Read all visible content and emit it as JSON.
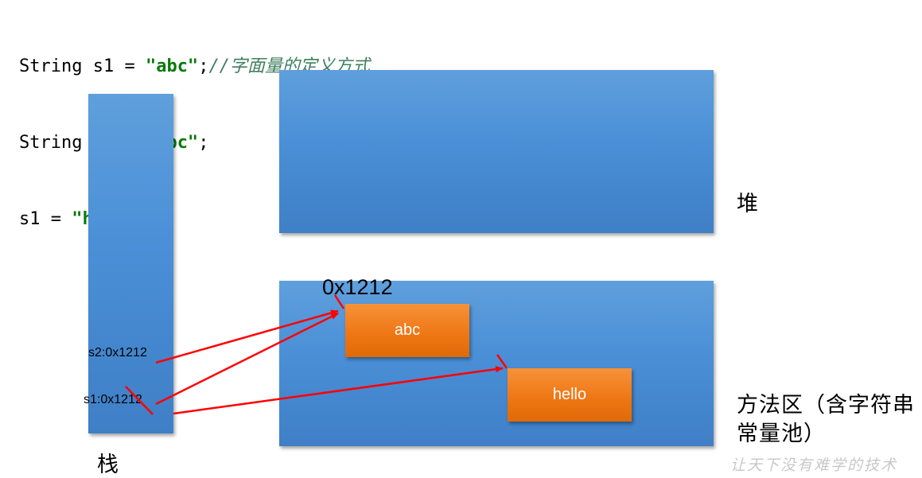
{
  "code": {
    "line1": {
      "prefix": "String s1 = ",
      "literal": "\"abc\"",
      "suffix": ";",
      "comment": "//字面量的定义方式"
    },
    "line2": {
      "prefix": "String s2 = ",
      "literal": "\"abc\"",
      "suffix": ";"
    },
    "line3": {
      "prefix": "s1 = ",
      "literal": "\"hello\"",
      "suffix": ";"
    }
  },
  "labels": {
    "heap": "堆",
    "method_area": "方法区（含字符串常量池）",
    "stack": "栈",
    "address": "0x1212"
  },
  "stack_vars": {
    "s2": "s2:0x1212",
    "s1": "s1:0x1212"
  },
  "constants": {
    "abc": "abc",
    "hello": "hello"
  },
  "watermark": "让天下没有难学的技术",
  "colors": {
    "memory_region": "#4a8fd7",
    "string_object": "#ee7512",
    "arrow": "#ff0000"
  }
}
